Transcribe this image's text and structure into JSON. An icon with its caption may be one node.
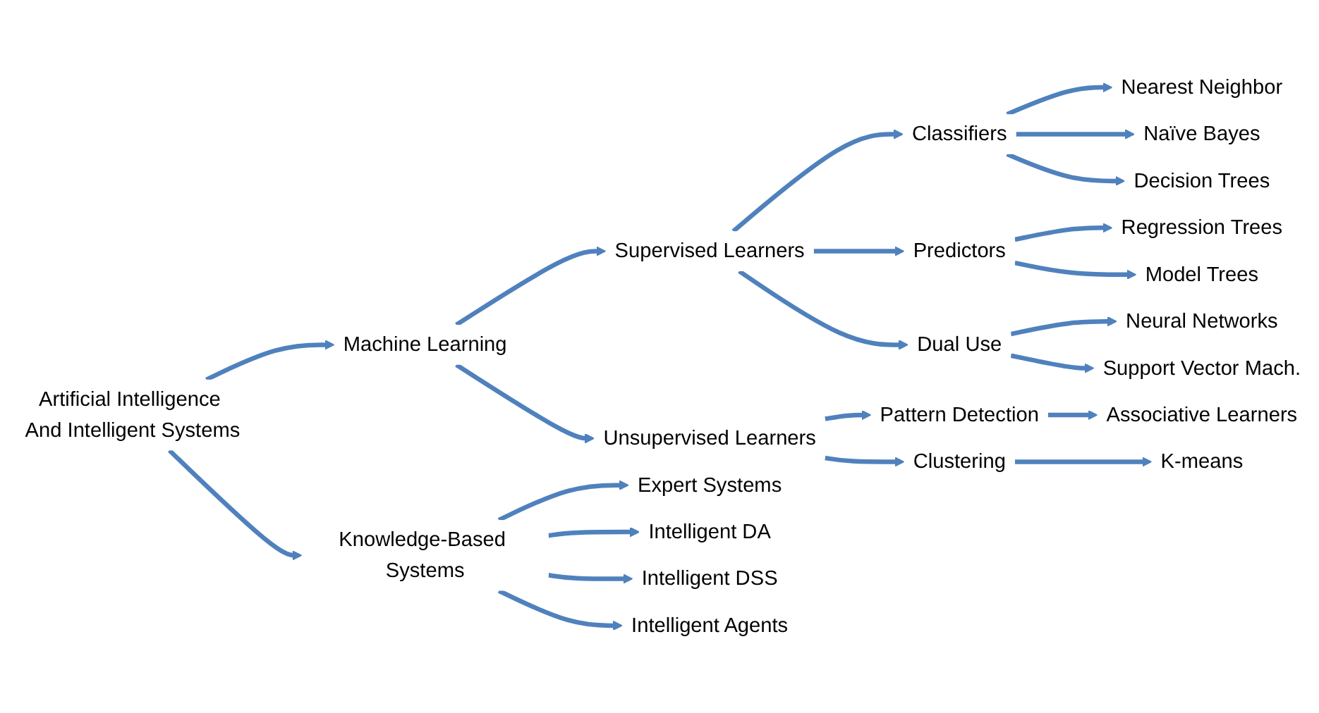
{
  "diagram": {
    "nodes": [
      {
        "text": [
          "Artificial Intelligence And Intelligent Systems"
        ]
      },
      {
        "text": [
          "Machine Learning"
        ]
      },
      {
        "text": [
          "Supervised Learners"
        ]
      },
      {
        "text": [
          "Unsupervised Learners"
        ]
      },
      {
        "text": [
          "Classifiers"
        ]
      },
      {
        "text": [
          "Predictors"
        ]
      },
      {
        "text": [
          "Dual Use"
        ]
      },
      {
        "text": [
          "Nearest Neighbor"
        ]
      },
      {
        "text": [
          "Naïve Bayes"
        ]
      },
      {
        "text": [
          "Decision Trees"
        ]
      },
      {
        "text": [
          "Regression Trees"
        ]
      },
      {
        "text": [
          "Model Trees"
        ]
      },
      {
        "text": [
          "Neural Networks"
        ]
      },
      {
        "text": [
          "Support Vector Mach."
        ]
      },
      {
        "text": [
          "Pattern Detection"
        ]
      },
      {
        "text": [
          "Clustering"
        ]
      },
      {
        "text": [
          "Associative Learners"
        ]
      },
      {
        "text": [
          "K-means"
        ]
      },
      {
        "text": [
          "Knowledge-Based Systems"
        ]
      },
      {
        "text": [
          "Expert Systems"
        ]
      },
      {
        "text": [
          "Intelligent DA"
        ]
      },
      {
        "text": [
          "Intelligent DSS"
        ]
      },
      {
        "text": [
          "Intelligent Agents"
        ]
      }
    ],
    "edges": [
      {
        "from": 0,
        "to": 1,
        "arrow": "to"
      },
      {
        "from": 0,
        "to": 18,
        "arrow": "to"
      },
      {
        "from": 1,
        "to": 2,
        "arrow": "to"
      },
      {
        "from": 1,
        "to": 3,
        "arrow": "to"
      },
      {
        "from": 2,
        "to": 4,
        "arrow": "to"
      },
      {
        "from": 2,
        "to": 5,
        "arrow": "to"
      },
      {
        "from": 2,
        "to": 6,
        "arrow": "to"
      },
      {
        "from": 4,
        "to": 7,
        "arrow": "to"
      },
      {
        "from": 4,
        "to": 8,
        "arrow": "to"
      },
      {
        "from": 4,
        "to": 9,
        "arrow": "to"
      },
      {
        "from": 5,
        "to": 10,
        "arrow": "to"
      },
      {
        "from": 5,
        "to": 11,
        "arrow": "to"
      },
      {
        "from": 6,
        "to": 12,
        "arrow": "to"
      },
      {
        "from": 6,
        "to": 13,
        "arrow": "to"
      },
      {
        "from": 3,
        "to": 14,
        "arrow": "to"
      },
      {
        "from": 3,
        "to": 15,
        "arrow": "to"
      },
      {
        "from": 14,
        "to": 16,
        "arrow": "to"
      },
      {
        "from": 15,
        "to": 17,
        "arrow": "to"
      },
      {
        "from": 18,
        "to": 19,
        "arrow": "to"
      },
      {
        "from": 18,
        "to": 20,
        "arrow": "to"
      },
      {
        "from": 18,
        "to": 21,
        "arrow": "to"
      },
      {
        "from": 18,
        "to": 22,
        "arrow": "to"
      }
    ]
  }
}
